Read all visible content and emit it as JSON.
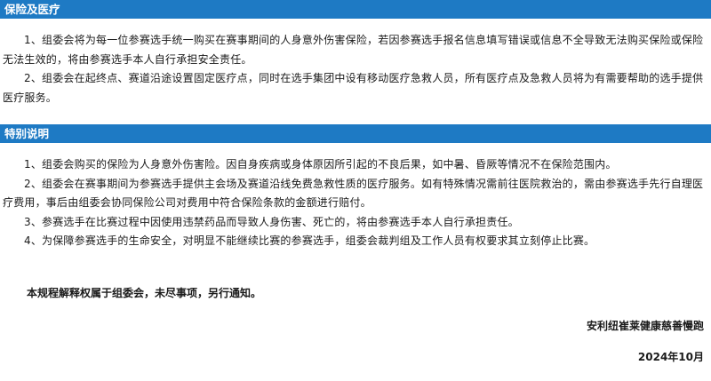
{
  "sections": [
    {
      "title": "保险及医疗",
      "paragraphs": [
        "1、组委会将为每一位参赛选手统一购买在赛事期间的人身意外伤害保险，若因参赛选手报名信息填写错误或信息不全导致无法购买保险或保险无法生效的，将由参赛选手本人自行承担安全责任。",
        "2、组委会在起终点、赛道沿途设置固定医疗点，同时在选手集团中设有移动医疗急救人员，所有医疗点及急救人员将为有需要帮助的选手提供医疗服务。"
      ]
    },
    {
      "title": "特别说明",
      "paragraphs": [
        "1、组委会购买的保险为人身意外伤害险。因自身疾病或身体原因所引起的不良后果，如中暑、昏厥等情况不在保险范围内。",
        "2、组委会在赛事期间为参赛选手提供主会场及赛道沿线免费急救性质的医疗服务。如有特殊情况需前往医院救治的，需由参赛选手先行自理医疗费用，事后由组委会协同保险公司对费用中符合保险条款的金额进行赔付。",
        "3、参赛选手在比赛过程中因使用违禁药品而导致人身伤害、死亡的，将由参赛选手本人自行承担责任。",
        "4、为保障参赛选手的生命安全，对明显不能继续比赛的参赛选手，组委会裁判组及工作人员有权要求其立刻停止比赛。"
      ]
    }
  ],
  "final_note": "本规程解释权属于组委会，未尽事项，另行通知。",
  "organizer": "安利纽崔莱健康慈善慢跑",
  "date": "2024年10月",
  "colors": {
    "header_bg": "#1e7ac4",
    "header_text": "#ffffff",
    "body_text": "#1a1a1a"
  }
}
